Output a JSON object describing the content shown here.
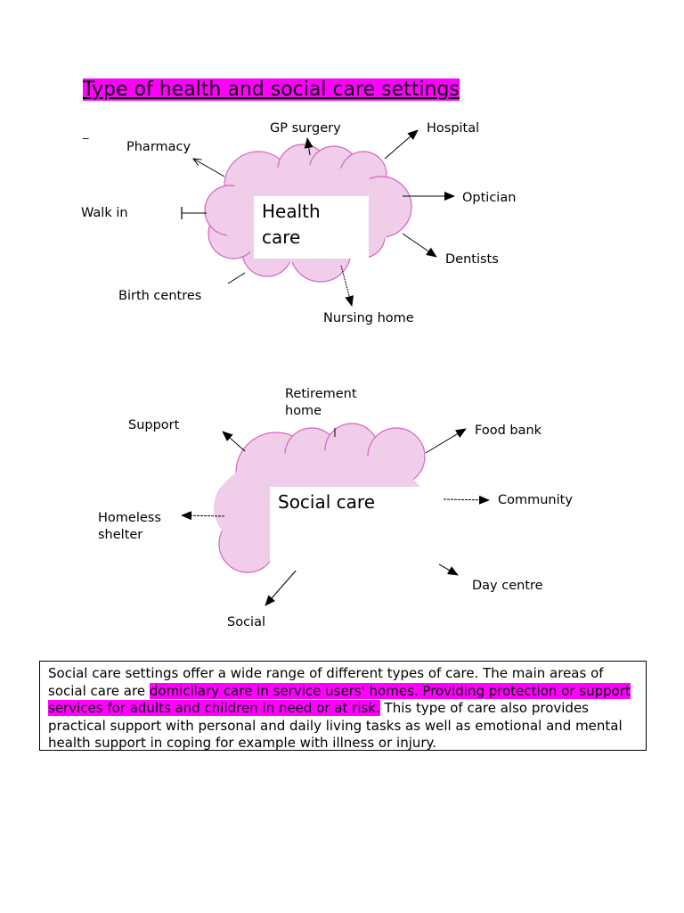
{
  "title": "Type of health and social care settings",
  "stray_mark": "_",
  "colors": {
    "highlight": "#ff00ff",
    "cloud_fill": "#f0cde8",
    "cloud_stroke": "#d464c4",
    "arrow": "#000000",
    "box_border": "#000000"
  },
  "health_care": {
    "center_label": "Health care",
    "nodes": {
      "gp_surgery": "GP surgery",
      "hospital": "Hospital",
      "pharmacy": "Pharmacy",
      "optician": "Optician",
      "walk_in": "Walk in",
      "dentists": "Dentists",
      "birth_centres": "Birth centres",
      "nursing_home": "Nursing home"
    }
  },
  "social_care": {
    "center_label": "Social care",
    "nodes": {
      "retirement_home": "Retirement home",
      "support": "Support",
      "food_bank": "Food bank",
      "community": "Community",
      "homeless_shelter": "Homeless shelter",
      "day_centre": "Day centre",
      "social": "Social"
    }
  },
  "info_box": {
    "text_part1": "Social care settings offer a wide range of different types of care. The main areas of social care are ",
    "text_highlight": "domicilary care in service users' homes. Providing protection or support services for adults and children in need or at risk.",
    "text_part2": " This type of care also provides practical support with personal and daily living tasks as well as emotional and mental health support in coping for example with illness or injury."
  }
}
